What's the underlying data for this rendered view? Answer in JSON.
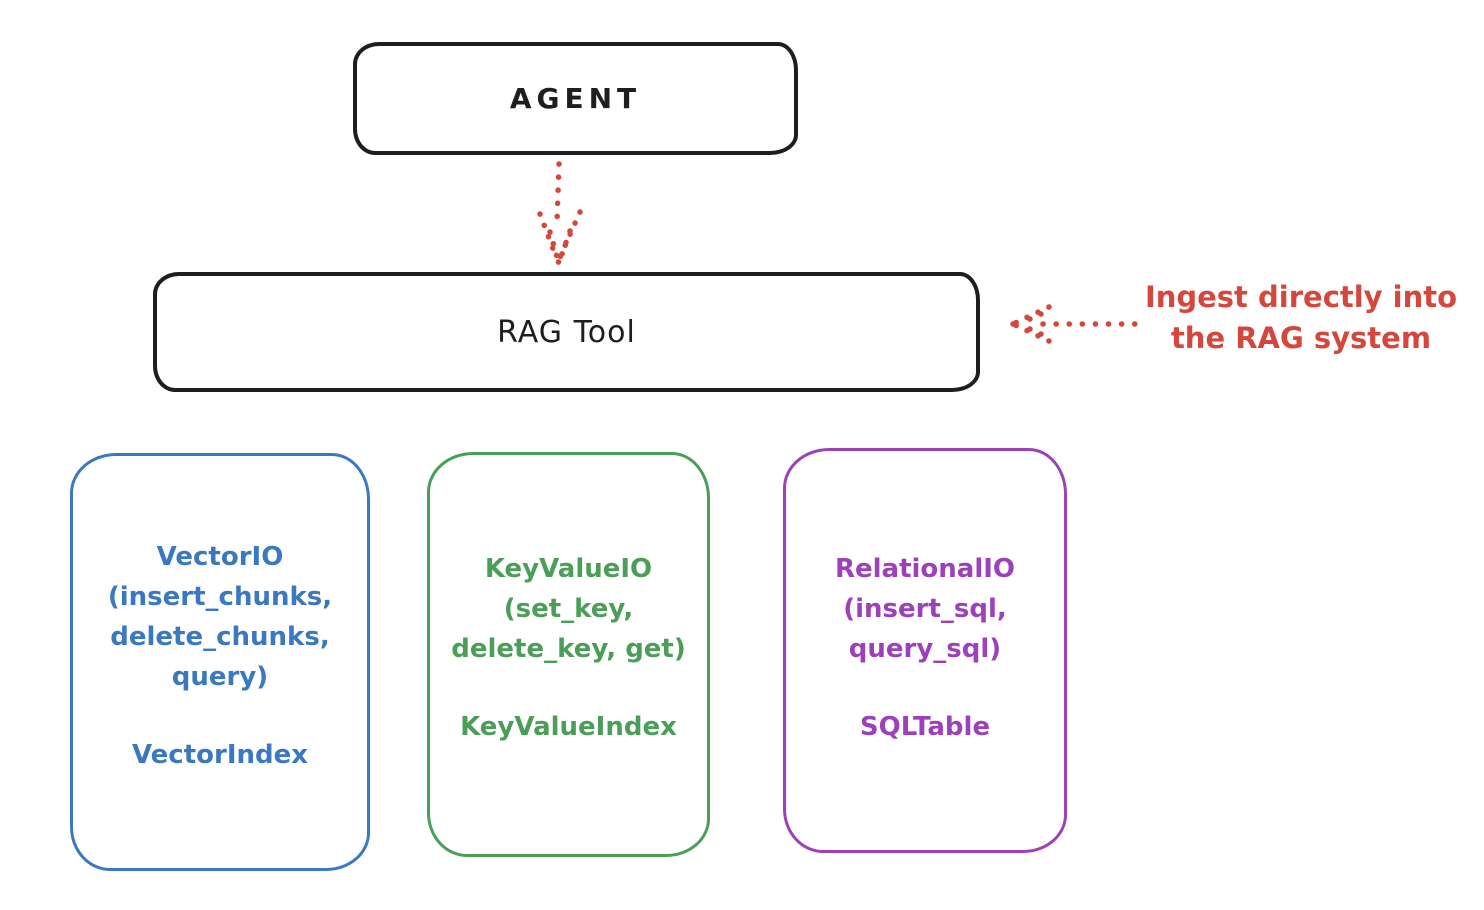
{
  "agent": {
    "label": "AGENT"
  },
  "rag_tool": {
    "label": "RAG Tool"
  },
  "annotation": {
    "line1": "Ingest directly into",
    "line2": "the RAG system"
  },
  "stores": [
    {
      "name": "vector-io",
      "lines": [
        "VectorIO",
        "(insert_chunks,",
        "delete_chunks,",
        "query)"
      ],
      "index_label": "VectorIndex",
      "color": "#3a78c2"
    },
    {
      "name": "keyvalue-io",
      "lines": [
        "KeyValueIO",
        "(set_key,",
        "delete_key, get)"
      ],
      "index_label": "KeyValueIndex",
      "color": "#4a9e57"
    },
    {
      "name": "relational-io",
      "lines": [
        "RelationalIO",
        "(insert_sql,",
        "query_sql)"
      ],
      "index_label": "SQLTable",
      "color": "#9c40bc"
    }
  ],
  "colors": {
    "outline": "#1e1e1e",
    "accent_red": "#d5463d",
    "background": "#ffffff"
  }
}
